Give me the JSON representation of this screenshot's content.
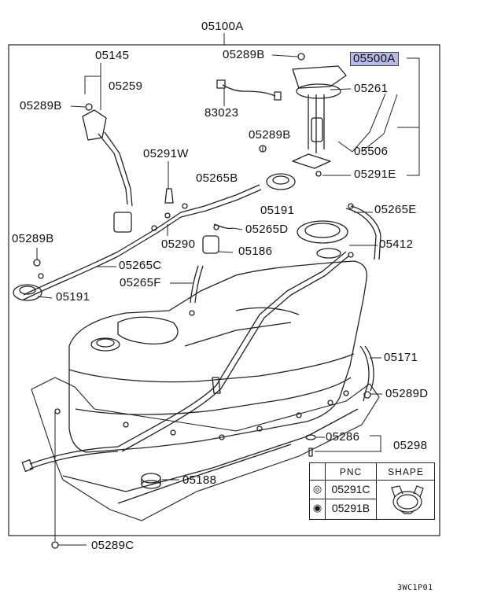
{
  "labels": {
    "assembly": "05100A",
    "pump_module": "05500A",
    "cap_top": "05289B",
    "gauge_top_left": "05145",
    "sender_left": "05259",
    "cap_left": "05289B",
    "sensor_wire": "83023",
    "pump_seal": "05261",
    "fuel_pump": "05506",
    "cap_mid": "05289B",
    "gasket_e": "05291E",
    "grommet_w": "05291W",
    "hose_b": "05265B",
    "plate_191_top": "05191",
    "hose_e": "05265E",
    "clip_290": "05290",
    "hose_d": "05265D",
    "plate_412": "05412",
    "cap_lower_left": "05289B",
    "hose_c": "05265C",
    "filter_186": "05186",
    "plate_191_left": "05191",
    "hose_f": "05265F",
    "tank": "05171",
    "cap_d": "05289D",
    "washer_286": "05286",
    "bolt_298": "05298",
    "ring_188": "05188",
    "cap_c": "05289C"
  },
  "table": {
    "header_pnc": "PNC",
    "header_shape": "SHAPE",
    "rows": [
      {
        "symbol": "◎",
        "pnc": "05291C"
      },
      {
        "symbol": "◉",
        "pnc": "05291B"
      }
    ]
  },
  "footer_code": "3WC1P01"
}
